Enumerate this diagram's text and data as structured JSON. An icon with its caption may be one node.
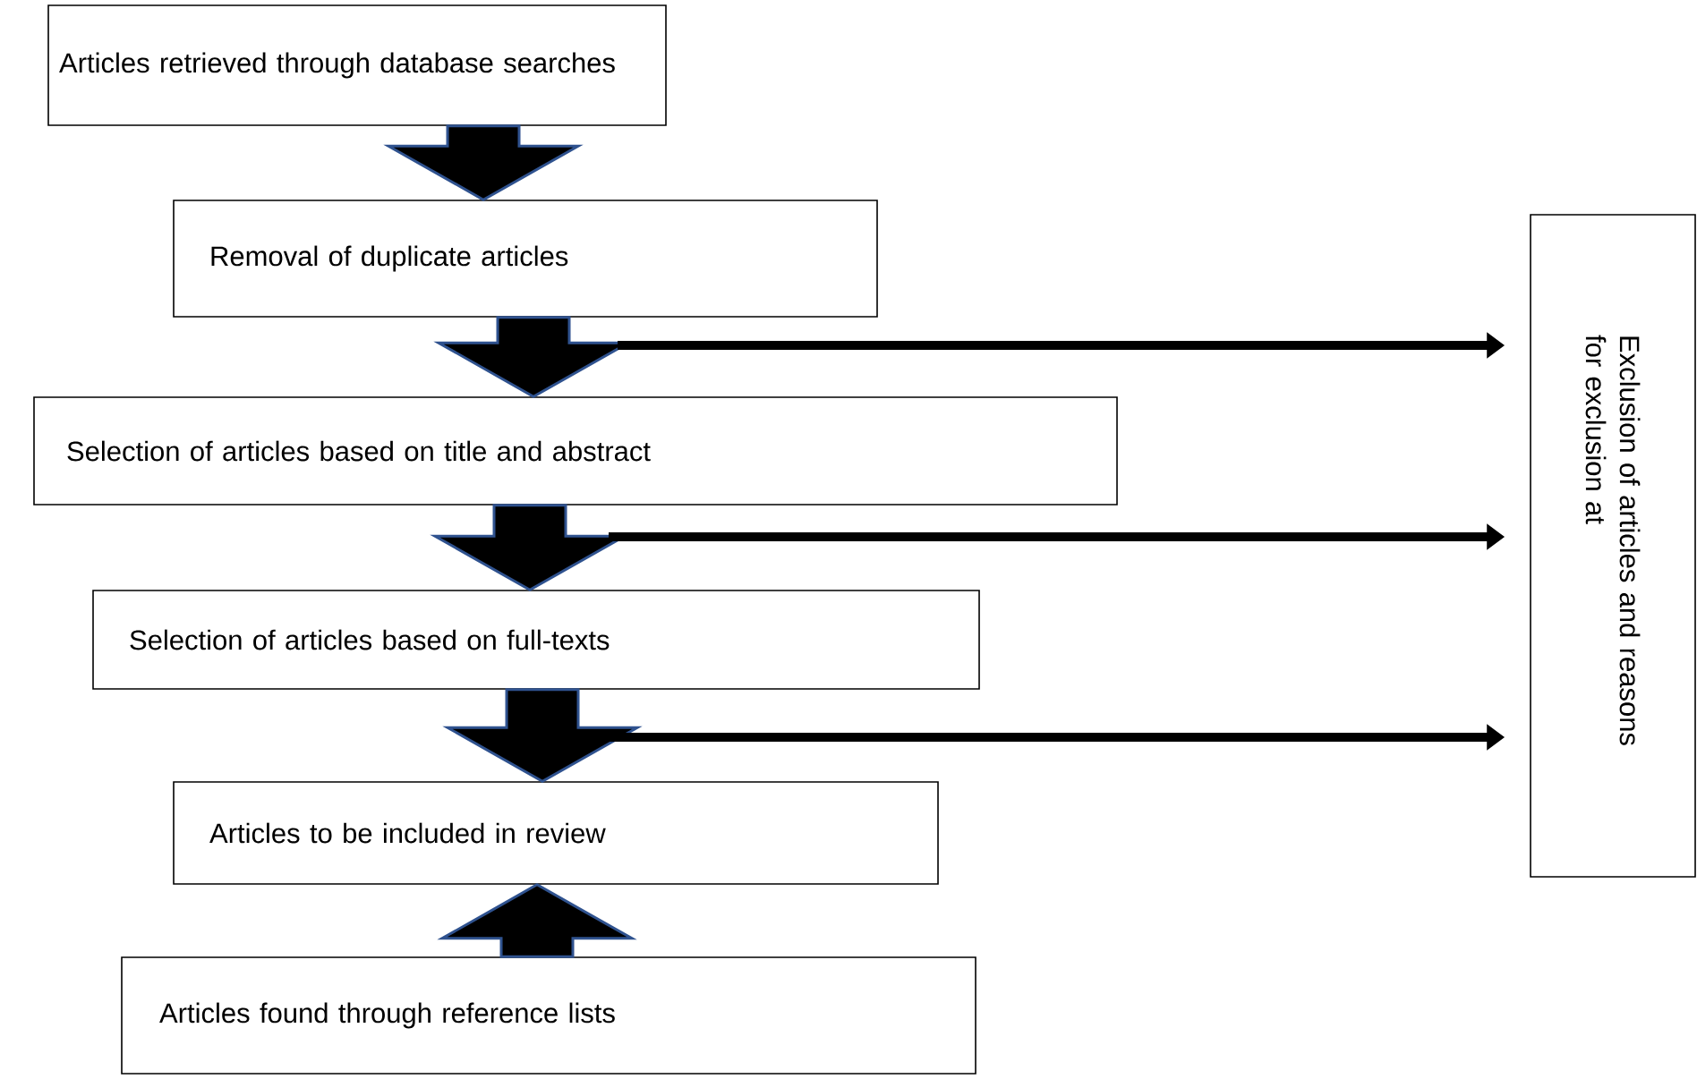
{
  "diagram": {
    "nodes": [
      {
        "text": [
          "Articles retrieved through database searches"
        ]
      },
      {
        "text": [
          "Removal of duplicate articles"
        ]
      },
      {
        "text": [
          "Selection of articles based on title and abstract"
        ]
      },
      {
        "text": [
          "Selection of articles based on full-texts"
        ]
      },
      {
        "text": [
          "Articles to be included in review"
        ]
      },
      {
        "text": [
          "Articles found through reference lists"
        ]
      },
      {
        "text": [
          "Exclusion of articles and reasons for exclusion at"
        ]
      }
    ],
    "edges": [
      {
        "from": 0,
        "to": 1,
        "arrow": "to"
      },
      {
        "from": 1,
        "to": 2,
        "arrow": "to"
      },
      {
        "from": 2,
        "to": 3,
        "arrow": "to"
      },
      {
        "from": 3,
        "to": 4,
        "arrow": "to"
      },
      {
        "from": 5,
        "to": 4,
        "arrow": "to"
      },
      {
        "from": null,
        "to": 6,
        "arrow": "to"
      },
      {
        "from": null,
        "to": 6,
        "arrow": "to"
      },
      {
        "from": null,
        "to": 6,
        "arrow": "to"
      }
    ]
  }
}
